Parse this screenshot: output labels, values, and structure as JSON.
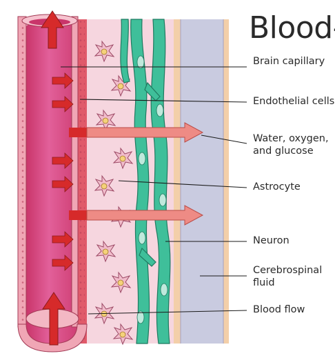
{
  "title": "Blood-",
  "labels": {
    "brain_capillary": "Brain capillary",
    "endothelial_cells": "Endothelial cells",
    "water_oxygen_line1": "Water, oxygen,",
    "water_oxygen_line2": "and glucose",
    "astrocyte": "Astrocyte",
    "neuron": "Neuron",
    "csf_line1": "Cerebrospinal",
    "csf_line2": "fluid",
    "blood_flow": "Blood flow"
  },
  "colors": {
    "capillary_lumen": "#d9467a",
    "vessel_wall": "#f0a6b5",
    "endothelium": "#e05a6a",
    "astrocyte_zone": "#f6d3dc",
    "neuron": "#3fbf9a",
    "csf": "#c9cbe0",
    "membrane": "#f3cfa9",
    "arrow_red": "#d62a2a",
    "arrow_pink": "#ee8b85"
  }
}
